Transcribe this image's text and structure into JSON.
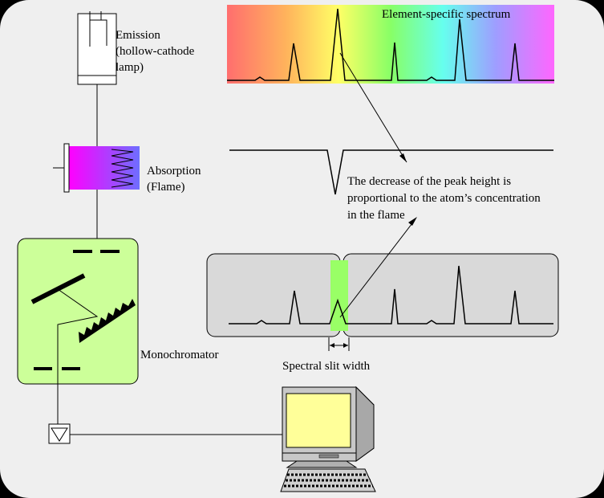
{
  "labels": {
    "emission_1": "Emission",
    "emission_2": "(hollow-cathode",
    "emission_3": "lamp)",
    "absorption_1": "Absorption",
    "absorption_2": "(Flame)",
    "monochromator": "Monochromator",
    "spectrum_title": "Element-specific spectrum",
    "note_1": "The decrease of the peak height is",
    "note_2": "proportional to the atom’s concentration",
    "note_3": "in the flame",
    "slit_width": "Spectral slit width"
  },
  "colors": {
    "frame": "#efefef",
    "monochromator_fill": "#ccff99",
    "panel_fill": "#d9d9d9",
    "slit_fill": "#99ff66",
    "screen_fill": "#ffff99",
    "computer_fill": "#c8c8c8"
  }
}
